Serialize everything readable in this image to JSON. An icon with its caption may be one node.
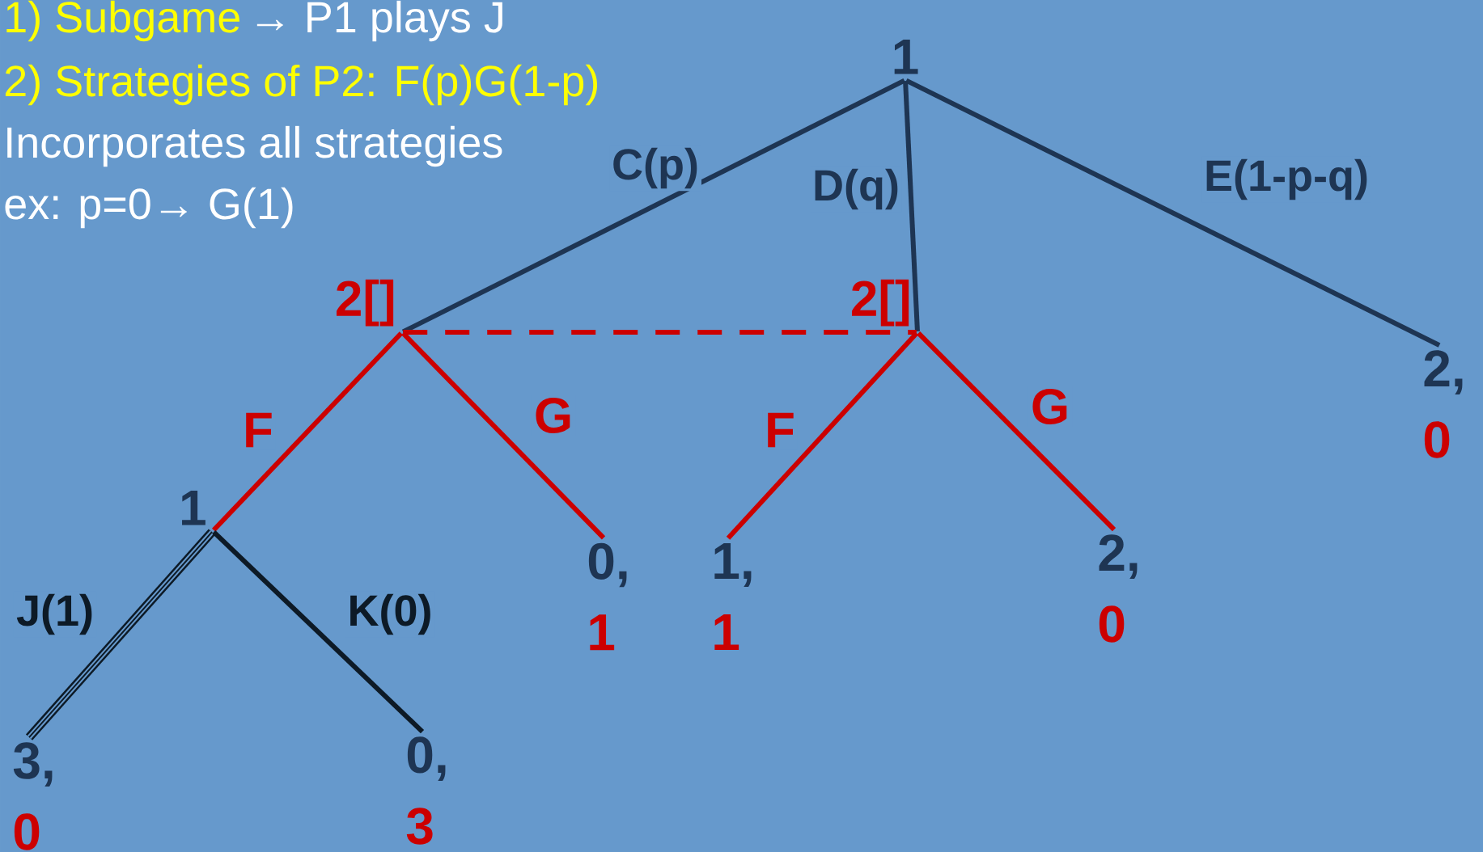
{
  "diagram": {
    "nodes": [
      {
        "text": [
          "1"
        ]
      },
      {
        "text": [
          "2[]"
        ]
      },
      {
        "text": [
          "2[]"
        ]
      },
      {
        "text": [
          "2,",
          "0"
        ]
      },
      {
        "text": [
          "1"
        ]
      },
      {
        "text": [
          "0,",
          "1"
        ]
      },
      {
        "text": [
          "1,",
          "1"
        ]
      },
      {
        "text": [
          "2,",
          "0"
        ]
      },
      {
        "text": [
          "3,",
          "0"
        ]
      },
      {
        "text": [
          "0,",
          "3"
        ]
      }
    ],
    "edges": [
      {
        "from": 0,
        "to": 1,
        "arrow": "none",
        "label": "C(p)",
        "color": "#1e3553"
      },
      {
        "from": 0,
        "to": 2,
        "arrow": "none",
        "label": "D(q)",
        "color": "#1e3553"
      },
      {
        "from": 0,
        "to": 3,
        "arrow": "none",
        "label": "E(1-p-q)",
        "color": "#1e3553"
      },
      {
        "from": 1,
        "to": 2,
        "arrow": "none",
        "style": "dashed"
      },
      {
        "from": 1,
        "to": 4,
        "arrow": "none",
        "label": "F"
      },
      {
        "from": 1,
        "to": 5,
        "arrow": "none",
        "label": "G"
      },
      {
        "from": 2,
        "to": 6,
        "arrow": "none",
        "label": "F"
      },
      {
        "from": 2,
        "to": 7,
        "arrow": "none",
        "label": "G"
      },
      {
        "from": 4,
        "to": 8,
        "arrow": "none",
        "label": "J(1)",
        "style": "thick",
        "color": "#0d1a26"
      },
      {
        "from": 4,
        "to": 9,
        "arrow": "none",
        "label": "K(0)",
        "color": "#0d1a26"
      }
    ],
    "labels": [
      "1) Subgame",
      "→ P1 plays J",
      "2) Strategies of P2: F(p)G(1-p)",
      "Incorporates all strategies",
      "ex: p=0→ G(1)"
    ]
  }
}
